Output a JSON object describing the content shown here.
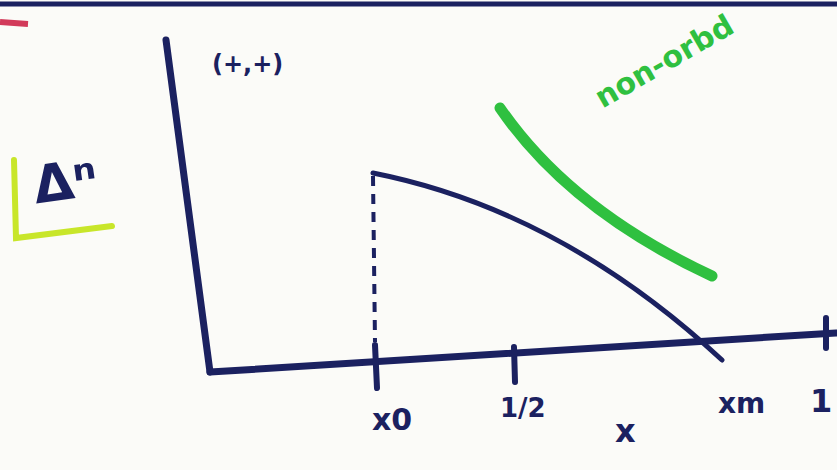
{
  "diagram": {
    "labels": [
      "Δⁿ",
      "(+,+)",
      "non-orbd",
      "x0",
      "1/2",
      "x",
      "xm",
      "1"
    ]
  }
}
